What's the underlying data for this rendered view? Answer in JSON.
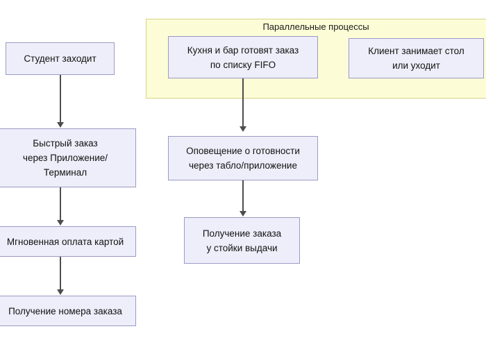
{
  "diagram": {
    "background_color": "#ffffff",
    "node_fill": "#eeeefa",
    "node_border": "#9a9ac4",
    "group_fill": "#fcfcd7",
    "group_border": "#d4d487",
    "edge_color": "#4d4d4d"
  },
  "group": {
    "title": "Параллельные процессы"
  },
  "nodes": {
    "student_enters": "Студент заходит",
    "quick_order": "Быстрый заказ\nчерез Приложение/\nТерминал",
    "instant_payment": "Мгновенная оплата картой",
    "order_number": "Получение номера заказа",
    "kitchen_bar": "Кухня и бар готовят заказ\nпо списку FIFO",
    "client_table": "Клиент занимает стол\nили уходит",
    "notification": "Оповещение о готовности\nчерез табло/приложение",
    "pickup": "Получение заказа\nу стойки выдачи"
  }
}
